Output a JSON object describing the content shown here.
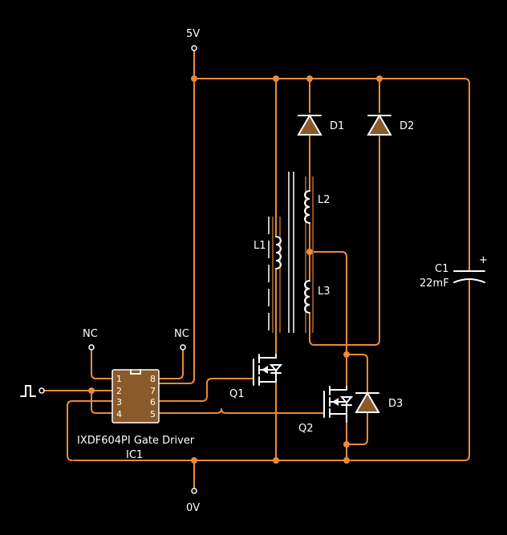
{
  "labels": {
    "vcc": "5V",
    "gnd": "0V",
    "nc_left": "NC",
    "nc_right": "NC",
    "d1": "D1",
    "d2": "D2",
    "d3": "D3",
    "l1": "L1",
    "l2": "L2",
    "l3": "L3",
    "q1": "Q1",
    "q2": "Q2",
    "c1_name": "C1",
    "c1_value": "22mF",
    "c1_plus": "+",
    "ic_part": "IXDF604PI Gate Driver",
    "ic_ref": "IC1"
  },
  "ic_pins": {
    "p1": "1",
    "p2": "2",
    "p3": "3",
    "p4": "4",
    "p5": "5",
    "p6": "6",
    "p7": "7",
    "p8": "8"
  },
  "colors": {
    "wire": "#ea8a3c",
    "background": "#000000",
    "component": "#ffffff",
    "body_fill": "#8a5a2b"
  }
}
